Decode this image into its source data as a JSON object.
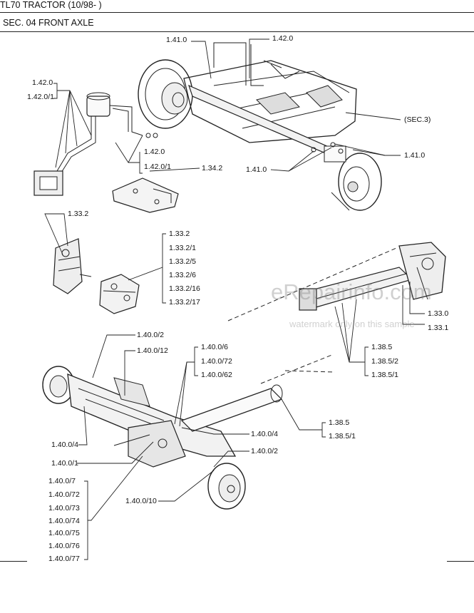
{
  "header": {
    "title": "TL70 TRACTOR (10/98- )",
    "section": "SEC. 04 FRONT AXLE"
  },
  "watermark": {
    "main": "eRepairinfo.com",
    "sub": "watermark only on this sample"
  },
  "callouts": {
    "c_1_41_0_top": "1.41.0",
    "c_1_42_0_top": "1.42.0",
    "c_1_42_0_left": "1.42.0",
    "c_1_42_0_1_left": "1.42.0/1",
    "c_sec3": "(SEC.3)",
    "c_1_41_0_right": "1.41.0",
    "c_1_42_0_mid": "1.42.0",
    "c_1_42_0_1_mid": "1.42.0/1",
    "c_1_34_2": "1.34.2",
    "c_1_41_0_mid": "1.41.0",
    "c_1_33_2_top": "1.33.2",
    "group_1_33_2": [
      "1.33.2",
      "1.33.2/1",
      "1.33.2/5",
      "1.33.2/6",
      "1.33.2/16",
      "1.33.2/17"
    ],
    "c_1_33_0": "1.33.0",
    "c_1_33_1": "1.33.1",
    "c_1_40_0_2_top": "1.40.0/2",
    "c_1_40_0_12": "1.40.0/12",
    "group_1_40_0_6": [
      "1.40.0/6",
      "1.40.0/72",
      "1.40.0/62"
    ],
    "group_1_38_5_a": [
      "1.38.5",
      "1.38.5/2",
      "1.38.5/1"
    ],
    "group_1_38_5_b": [
      "1.38.5",
      "1.38.5/1"
    ],
    "c_1_40_0_4_right": "1.40.0/4",
    "c_1_40_0_4_left": "1.40.0/4",
    "c_1_40_0_2_right": "1.40.0/2",
    "c_1_40_0_1": "1.40.0/1",
    "c_1_40_0_10": "1.40.0/10",
    "group_1_40_0_7": [
      "1.40.0/7",
      "1.40.0/72",
      "1.40.0/73",
      "1.40.0/74",
      "1.40.0/75",
      "1.40.0/76",
      "1.40.0/77"
    ]
  }
}
